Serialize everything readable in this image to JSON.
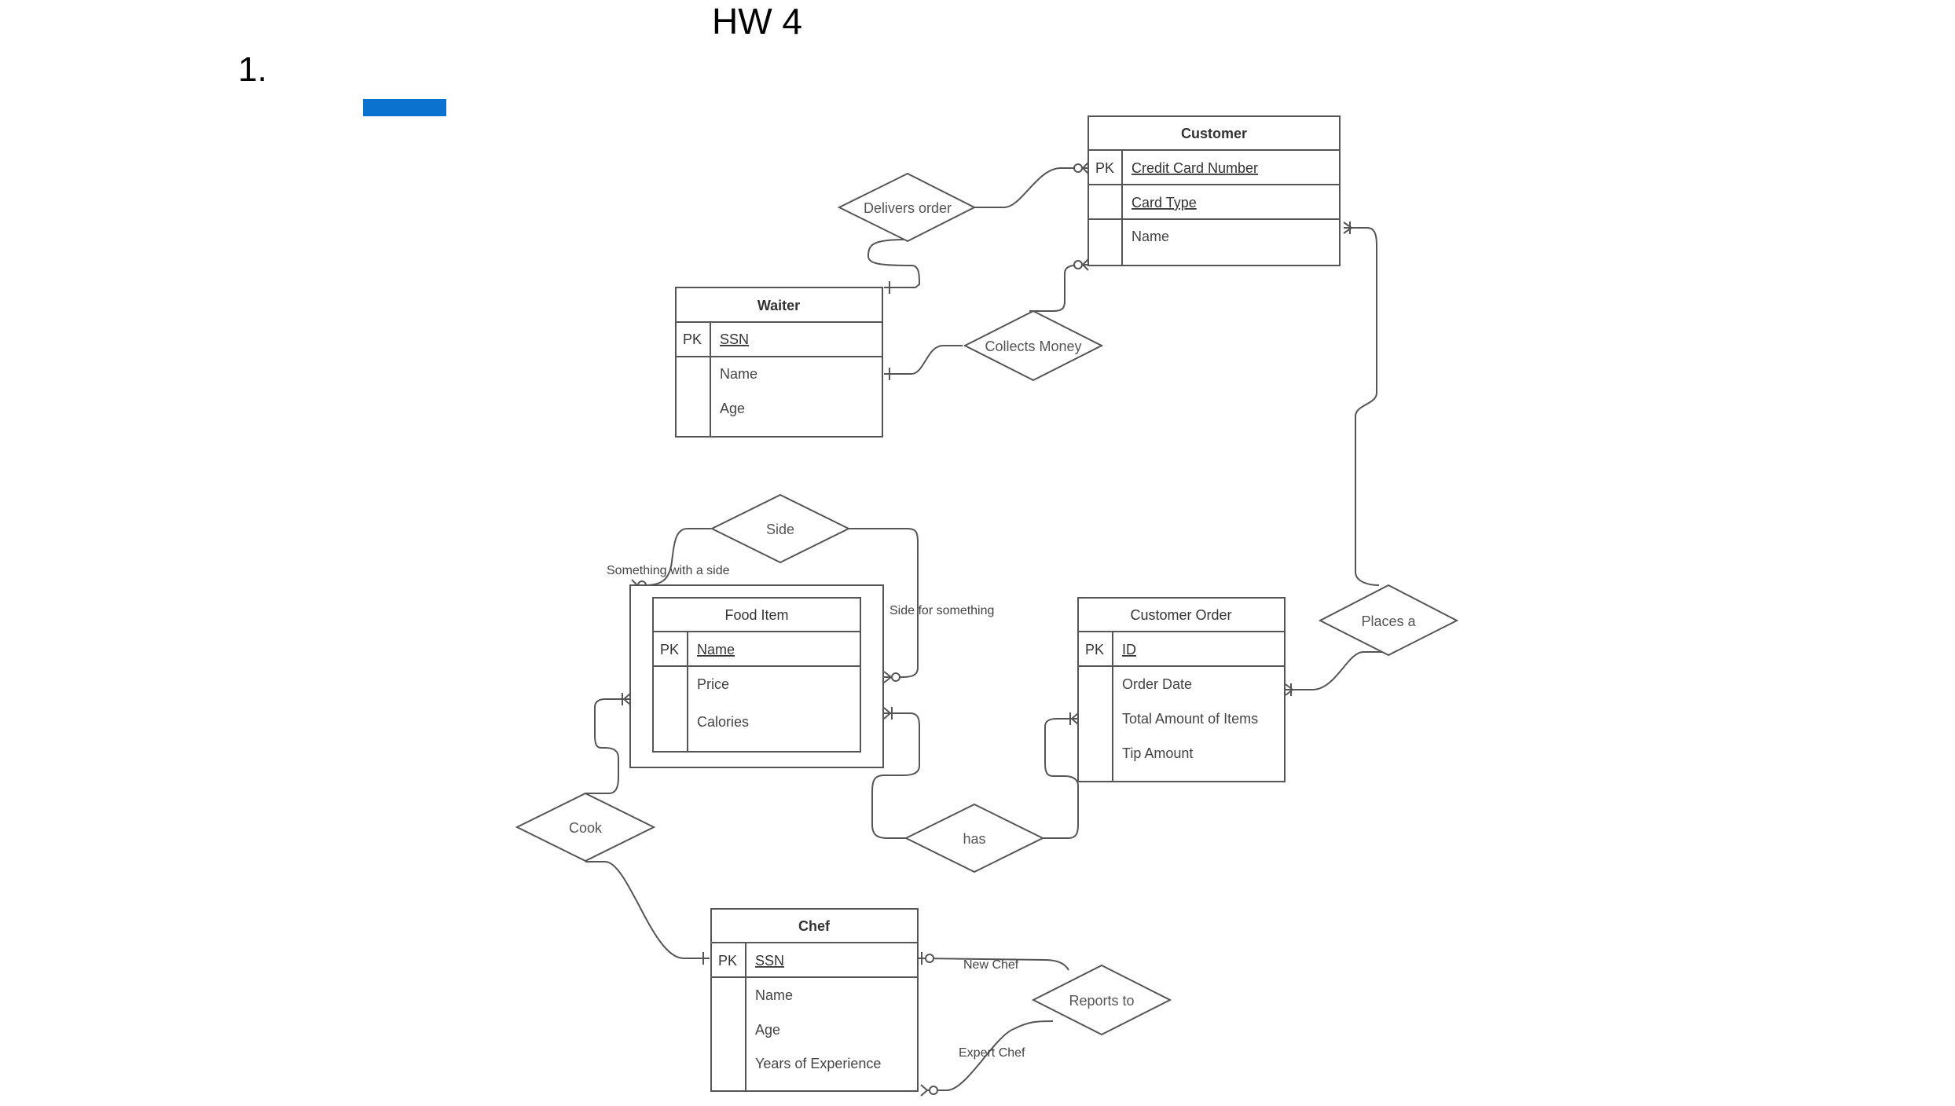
{
  "document": {
    "title": "HW 4",
    "number": "1."
  },
  "accent_color": "#0b73cf",
  "entities": {
    "customer": {
      "title": "Customer",
      "pk": "PK",
      "key1": "Credit Card Number",
      "key2": "Card Type",
      "attrs": [
        "Name"
      ]
    },
    "waiter": {
      "title": "Waiter",
      "pk": "PK",
      "key": "SSN",
      "attrs": [
        "Name",
        "Age"
      ]
    },
    "food_item": {
      "title": "Food Item",
      "pk": "PK",
      "key": "Name",
      "attrs": [
        "Price",
        "Calories"
      ]
    },
    "customer_order": {
      "title": "Customer Order",
      "pk": "PK",
      "key": "ID",
      "attrs": [
        "Order Date",
        "Total Amount of Items",
        "Tip Amount"
      ]
    },
    "chef": {
      "title": "Chef",
      "pk": "PK",
      "key": "SSN",
      "attrs": [
        "Name",
        "Age",
        "Years of Experience"
      ]
    }
  },
  "relationships": {
    "delivers_order": "Delivers order",
    "collects_money": "Collects Money",
    "side": "Side",
    "places_a": "Places a",
    "has": "has",
    "cook": "Cook",
    "reports_to": "Reports to"
  },
  "edge_labels": {
    "something_with_side": "Something with a side",
    "side_for_something": "Side for something",
    "new_chef": "New Chef",
    "expert_chef": "Expert Chef"
  }
}
